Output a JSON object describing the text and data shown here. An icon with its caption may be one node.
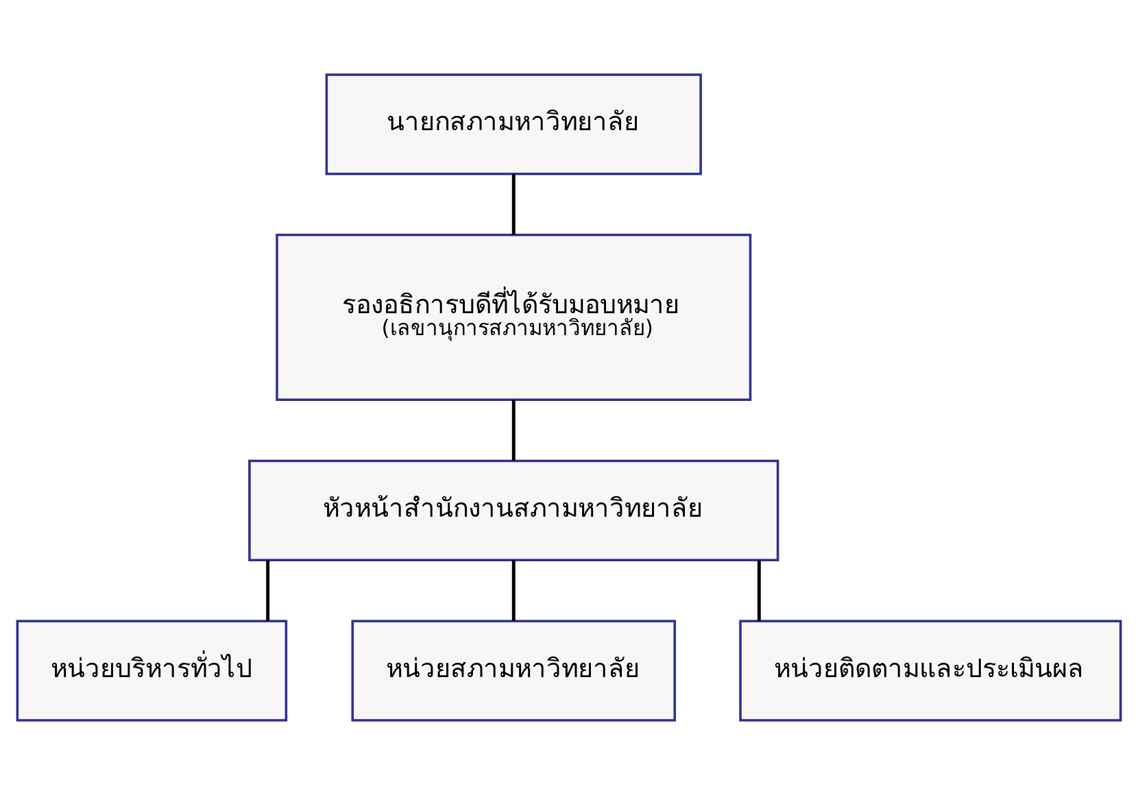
{
  "diagram": {
    "nodes": [
      {
        "text": [
          "นายกสภามหาวิทยาลัย"
        ]
      },
      {
        "text": [
          "รองอธิการบดีที่ได้รับมอบหมาย",
          "(เลขานุการสภามหาวิทยาลัย)"
        ]
      },
      {
        "text": [
          "หัวหน้าสำนักงานสภามหาวิทยาลัย"
        ]
      },
      {
        "text": [
          "หน่วยบริหารทั่วไป"
        ]
      },
      {
        "text": [
          "หน่วยสภามหาวิทยาลัย"
        ]
      },
      {
        "text": [
          "หน่วยติดตามและประเมินผล"
        ]
      }
    ],
    "edges": [
      {
        "from": 0,
        "to": 1,
        "arrow": "none"
      },
      {
        "from": 1,
        "to": 2,
        "arrow": "none"
      },
      {
        "from": 2,
        "to": 3,
        "arrow": "none"
      },
      {
        "from": 2,
        "to": 4,
        "arrow": "none"
      },
      {
        "from": 2,
        "to": 5,
        "arrow": "none"
      }
    ]
  }
}
